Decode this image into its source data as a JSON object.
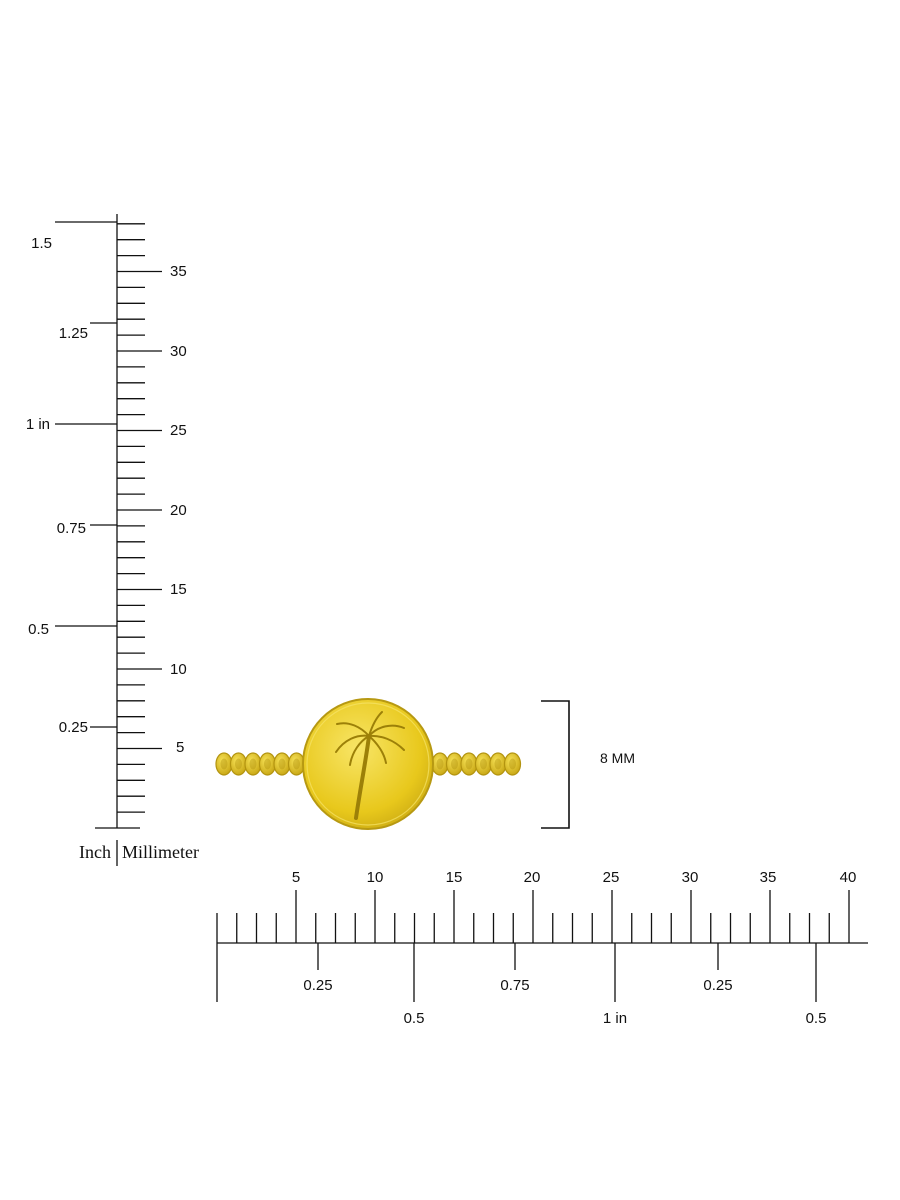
{
  "vertical_ruler": {
    "inch_labels": [
      "0.25",
      "0.5",
      "0.75",
      "1 in",
      "1.25",
      "1.5"
    ],
    "mm_labels": [
      "5",
      "10",
      "15",
      "20",
      "25",
      "30",
      "35"
    ],
    "footer_inch": "Inch",
    "footer_mm": "Millimeter"
  },
  "horizontal_ruler": {
    "mm_labels": [
      "5",
      "10",
      "15",
      "20",
      "25",
      "30",
      "35",
      "40"
    ],
    "inch_labels_row1": [
      "0.25",
      "0.75",
      "0.25"
    ],
    "inch_labels_row2": [
      "0.5",
      "1 in",
      "0.5"
    ]
  },
  "product": {
    "name": "palm-tree-disc-ring",
    "colors": {
      "gold": "#E8C81C",
      "gold_light": "#F4DD52",
      "gold_dark": "#B39410"
    }
  },
  "dimension": {
    "label": "8 MM"
  }
}
